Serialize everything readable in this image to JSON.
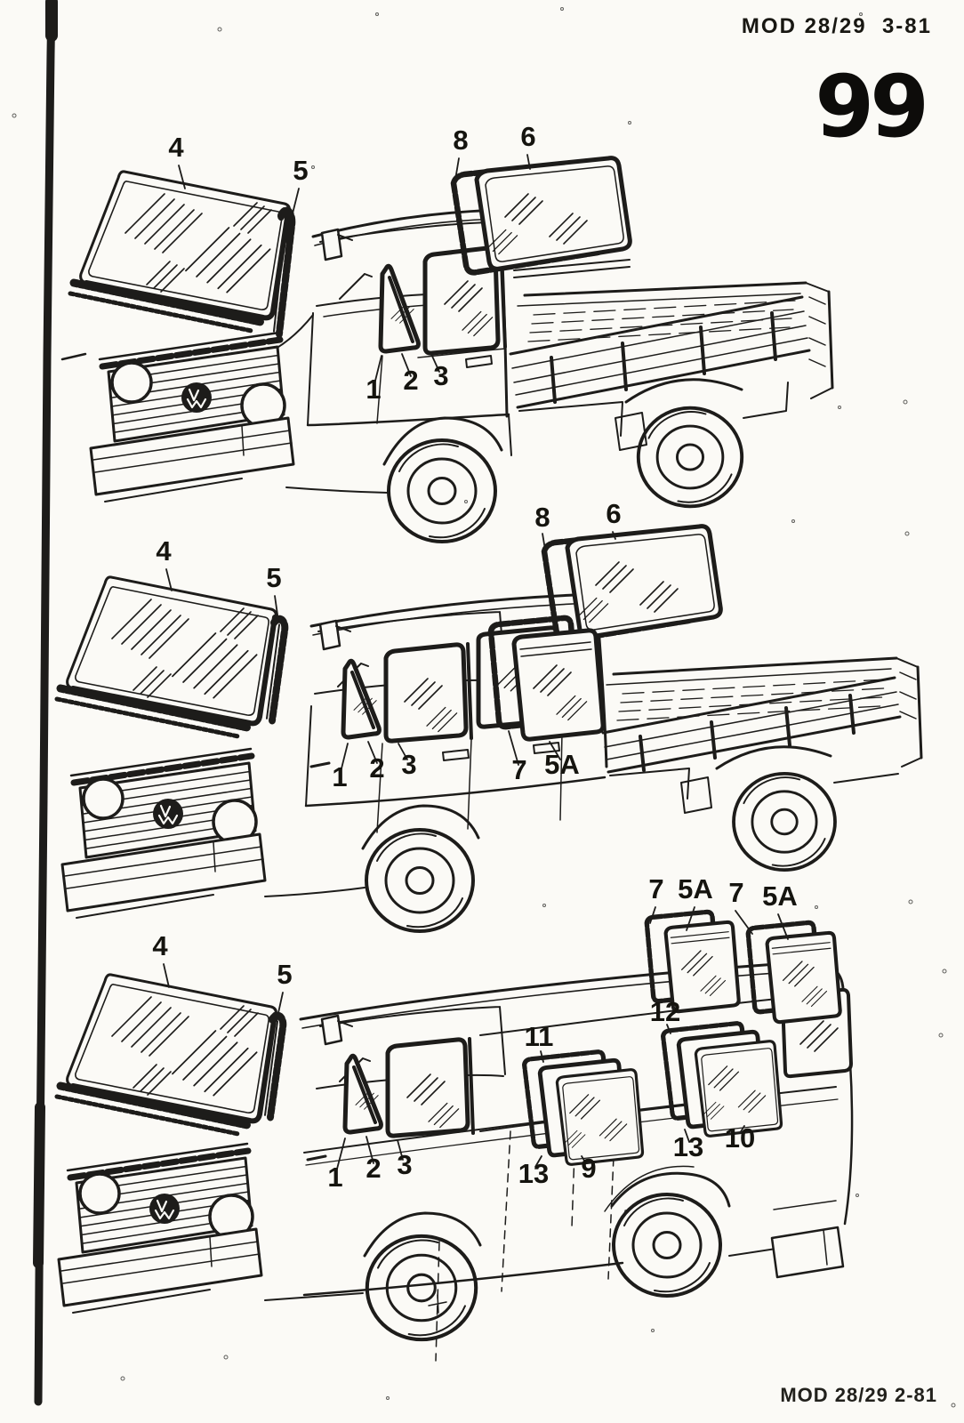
{
  "page": {
    "header_code": "MOD 28/29  3-81",
    "page_number": "99",
    "footer_code": "MOD 28/29 2-81"
  },
  "colors": {
    "ink": "#1d1c1a",
    "paper": "#fbfaf6"
  },
  "figures": [
    {
      "id": "single-cab-flatbed-truck",
      "callouts": [
        {
          "label": "4"
        },
        {
          "label": "5"
        },
        {
          "label": "8"
        },
        {
          "label": "6"
        },
        {
          "label": "1"
        },
        {
          "label": "2"
        },
        {
          "label": "3"
        }
      ]
    },
    {
      "id": "double-cab-flatbed-truck",
      "callouts": [
        {
          "label": "4"
        },
        {
          "label": "5"
        },
        {
          "label": "8"
        },
        {
          "label": "6"
        },
        {
          "label": "1"
        },
        {
          "label": "2"
        },
        {
          "label": "3"
        },
        {
          "label": "7"
        },
        {
          "label": "5A"
        }
      ]
    },
    {
      "id": "van-bus",
      "callouts": [
        {
          "label": "7"
        },
        {
          "label": "5A"
        },
        {
          "label": "7"
        },
        {
          "label": "5A"
        },
        {
          "label": "4"
        },
        {
          "label": "5"
        },
        {
          "label": "11"
        },
        {
          "label": "12"
        },
        {
          "label": "1"
        },
        {
          "label": "2"
        },
        {
          "label": "3"
        },
        {
          "label": "13"
        },
        {
          "label": "9"
        },
        {
          "label": "13"
        },
        {
          "label": "10"
        }
      ]
    }
  ]
}
